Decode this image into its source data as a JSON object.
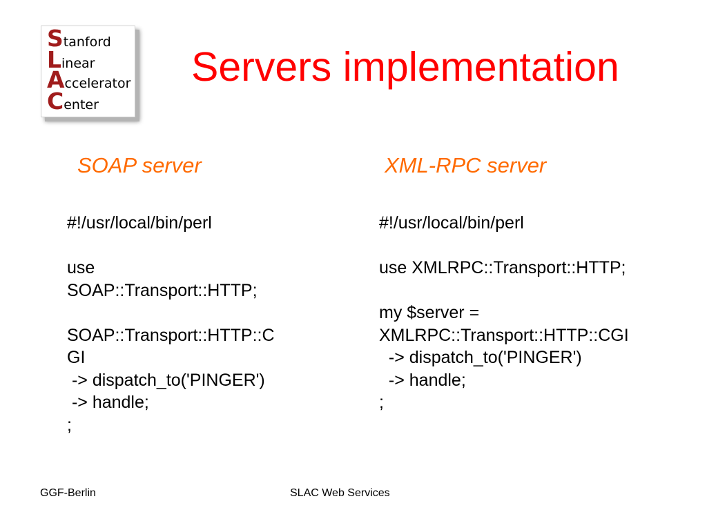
{
  "logo": {
    "lines": [
      {
        "cap": "S",
        "rest": "tanford"
      },
      {
        "cap": "L",
        "rest": "inear"
      },
      {
        "cap": "A",
        "rest": "ccelerator"
      },
      {
        "cap": "C",
        "rest": "enter"
      }
    ]
  },
  "title": "Servers implementation",
  "soap": {
    "heading": "SOAP server",
    "lines": [
      "#!/usr/local/bin/perl",
      "",
      "use",
      "SOAP::Transport::HTTP;",
      "",
      "SOAP::Transport::HTTP::C",
      "GI",
      " -> dispatch_to('PINGER')",
      " -> handle;",
      ";"
    ]
  },
  "xmlrpc": {
    "heading": "XML-RPC server",
    "lines": [
      "#!/usr/local/bin/perl",
      "",
      "use XMLRPC::Transport::HTTP;",
      "",
      "my $server =",
      "XMLRPC::Transport::HTTP::CGI",
      "  -> dispatch_to('PINGER')",
      "  -> handle;",
      ";"
    ]
  },
  "footer": {
    "left": "GGF-Berlin",
    "center": "SLAC Web Services"
  },
  "colors": {
    "title": "#ff0000",
    "heading": "#ff6a00",
    "logo_caps": "#a01c1c"
  }
}
